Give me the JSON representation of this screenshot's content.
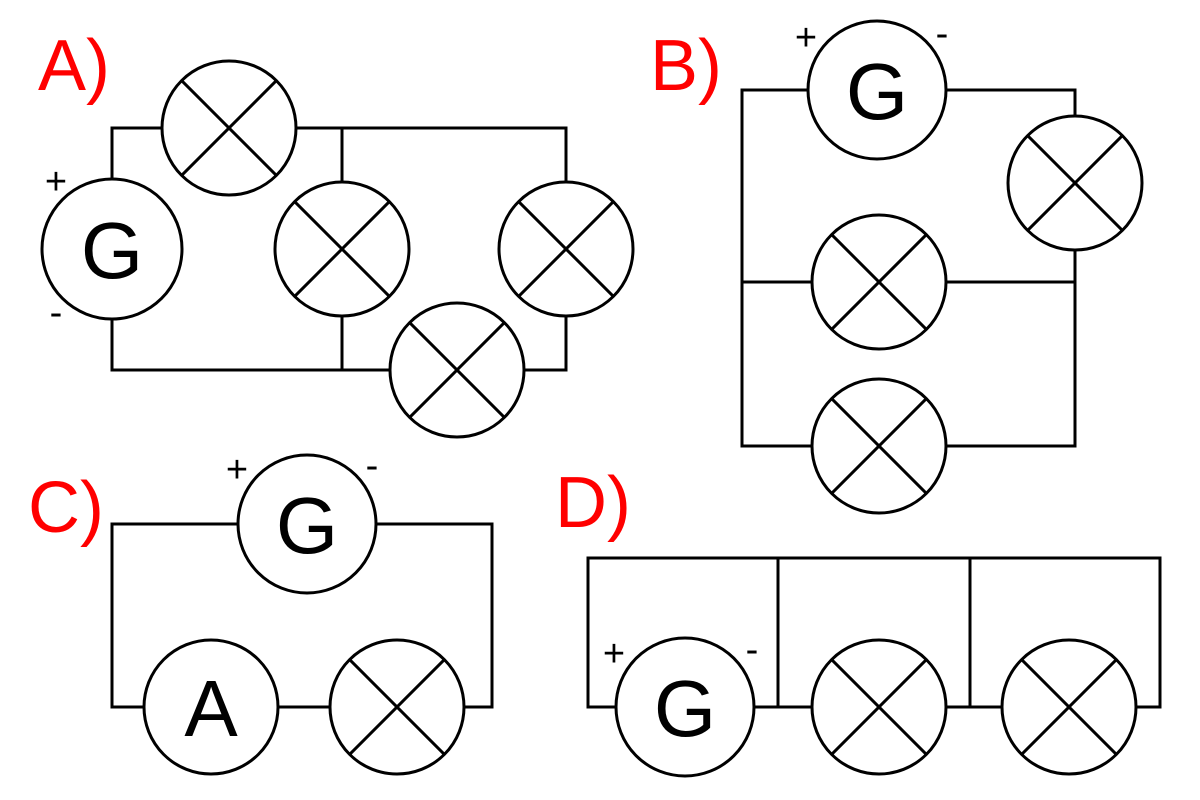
{
  "labels": {
    "a": "A)",
    "b": "B)",
    "c": "C)",
    "d": "D)"
  },
  "symbols": {
    "generator": "G",
    "ammeter": "A"
  },
  "polarity": {
    "plus": "+",
    "minus": "-"
  },
  "colors": {
    "label": "#ff0000",
    "line": "#000000"
  },
  "icons": {
    "lamp": "crossed-circle-lamp-icon",
    "generator": "circle-g-icon",
    "ammeter": "circle-a-icon"
  }
}
